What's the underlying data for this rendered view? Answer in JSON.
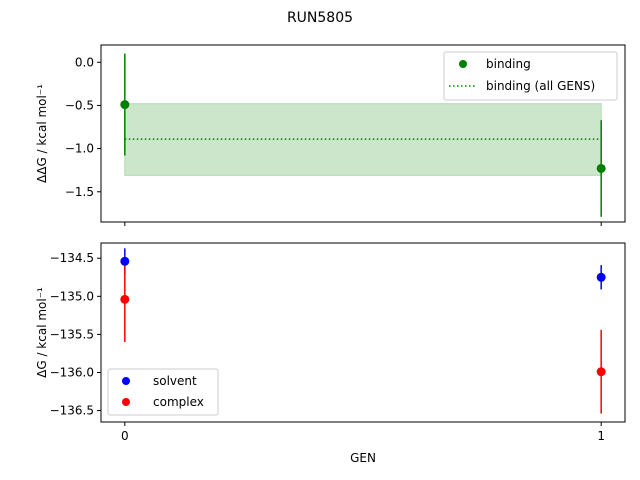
{
  "chart_data": {
    "title": "RUN5805",
    "xlabel": "GEN",
    "x_ticks": [
      "0",
      "1"
    ],
    "panels": [
      {
        "type": "scatter",
        "ylabel": "ΔΔG / kcal mol⁻¹",
        "ylim": [
          -1.85,
          0.2
        ],
        "yticks": [
          "0.0",
          "-0.5",
          "-1.0",
          "-1.5"
        ],
        "ytick_values": [
          0.0,
          -0.5,
          -1.0,
          -1.5
        ],
        "xlim": [
          -0.05,
          1.05
        ],
        "legend_position": "upper-right",
        "series": [
          {
            "name": "binding",
            "kind": "points",
            "color": "#008000",
            "x": [
              0,
              1
            ],
            "y": [
              -0.49,
              -1.23
            ],
            "yerr": [
              0.59,
              0.56
            ]
          }
        ],
        "reference": {
          "name": "binding (all GENS)",
          "kind": "dotted-line-with-band",
          "color": "#008000",
          "band_color": "#cce6cc",
          "y": -0.89,
          "band": [
            -1.31,
            -0.48
          ],
          "x": [
            0,
            1
          ]
        }
      },
      {
        "type": "scatter",
        "ylabel": "ΔG / kcal mol⁻¹",
        "ylim": [
          -136.65,
          -134.3
        ],
        "yticks": [
          "-134.5",
          "-135.0",
          "-135.5",
          "-136.0",
          "-136.5"
        ],
        "ytick_values": [
          -134.5,
          -135.0,
          -135.5,
          -136.0,
          -136.5
        ],
        "xlim": [
          -0.05,
          1.05
        ],
        "legend_position": "lower-left",
        "series": [
          {
            "name": "solvent",
            "color": "#0000ff",
            "x": [
              0,
              1
            ],
            "y": [
              -134.54,
              -134.75
            ],
            "yerr": [
              0.17,
              0.16
            ]
          },
          {
            "name": "complex",
            "color": "#ff0000",
            "x": [
              0,
              1
            ],
            "y": [
              -135.04,
              -135.99
            ],
            "yerr": [
              0.56,
              0.55
            ]
          }
        ]
      }
    ]
  }
}
